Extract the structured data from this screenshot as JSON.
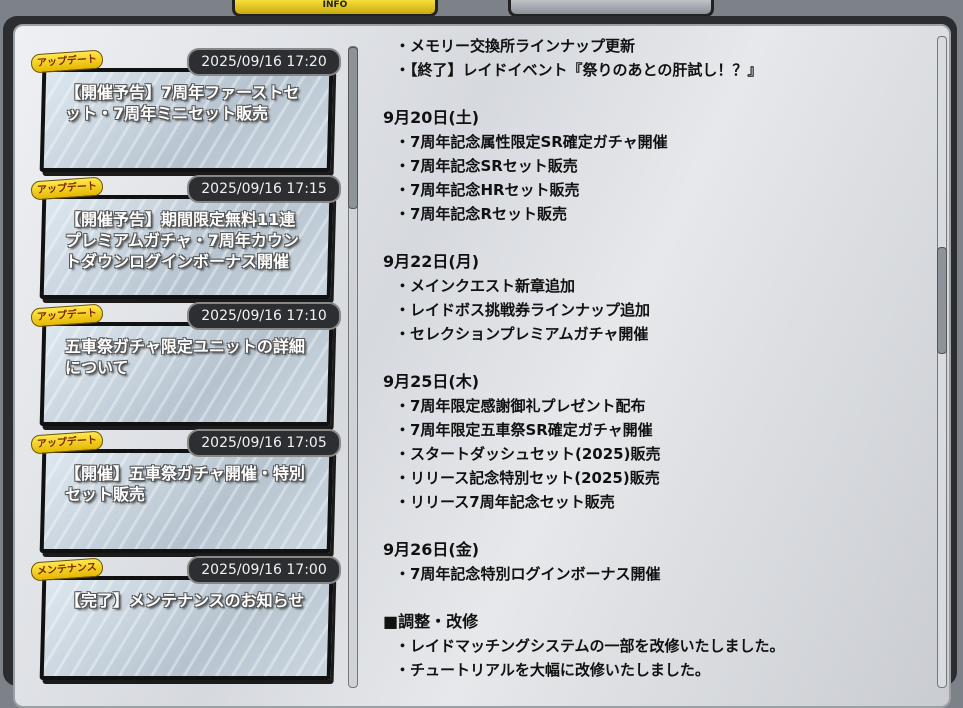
{
  "news": [
    {
      "badge": "アップデート",
      "date": "2025/09/16 17:20",
      "title": "【開催予告】7周年ファーストセット・7周年ミニセット販売",
      "badge_color": "#f0c800"
    },
    {
      "badge": "アップデート",
      "date": "2025/09/16 17:15",
      "title": "【開催予告】期間限定無料11連プレミアムガチャ・7周年カウントダウンログインボーナス開催",
      "badge_color": "#f0c800"
    },
    {
      "badge": "アップデート",
      "date": "2025/09/16 17:10",
      "title": "五車祭ガチャ限定ユニットの詳細について",
      "badge_color": "#f0c800"
    },
    {
      "badge": "アップデート",
      "date": "2025/09/16 17:05",
      "title": "【開催】五車祭ガチャ開催・特別セット販売",
      "badge_color": "#f0c800"
    },
    {
      "badge": "メンテナンス",
      "date": "2025/09/16 17:00",
      "title": "【完了】メンテナンスのお知らせ",
      "badge_color": "#f0c800"
    }
  ],
  "content": [
    {
      "type": "bullet",
      "text": "・メモリー交換所ラインナップ更新"
    },
    {
      "type": "bullet",
      "text": "・【終了】レイドイベント『祭りのあとの肝試し！？』"
    },
    {
      "type": "head",
      "text": "9月20日(土)"
    },
    {
      "type": "bullet",
      "text": "・7周年記念属性限定SR確定ガチャ開催"
    },
    {
      "type": "bullet",
      "text": "・7周年記念SRセット販売"
    },
    {
      "type": "bullet",
      "text": "・7周年記念HRセット販売"
    },
    {
      "type": "bullet",
      "text": "・7周年記念Rセット販売"
    },
    {
      "type": "head",
      "text": "9月22日(月)"
    },
    {
      "type": "bullet",
      "text": "・メインクエスト新章追加"
    },
    {
      "type": "bullet",
      "text": "・レイドボス挑戦券ラインナップ追加"
    },
    {
      "type": "bullet",
      "text": "・セレクションプレミアムガチャ開催"
    },
    {
      "type": "head",
      "text": "9月25日(木)"
    },
    {
      "type": "bullet",
      "text": "・7周年限定感謝御礼プレゼント配布"
    },
    {
      "type": "bullet",
      "text": "・7周年限定五車祭SR確定ガチャ開催"
    },
    {
      "type": "bullet",
      "text": "・スタートダッシュセット(2025)販売"
    },
    {
      "type": "bullet",
      "text": "・リリース記念特別セット(2025)販売"
    },
    {
      "type": "bullet",
      "text": "・リリース7周年記念セット販売"
    },
    {
      "type": "head",
      "text": "9月26日(金)"
    },
    {
      "type": "bullet",
      "text": "・7周年記念特別ログインボーナス開催"
    },
    {
      "type": "head",
      "text": "■調整・改修"
    },
    {
      "type": "bullet",
      "text": "・レイドマッチングシステムの一部を改修いたしました。"
    },
    {
      "type": "bullet",
      "text": "・チュートリアルを大幅に改修いたしました。"
    }
  ]
}
